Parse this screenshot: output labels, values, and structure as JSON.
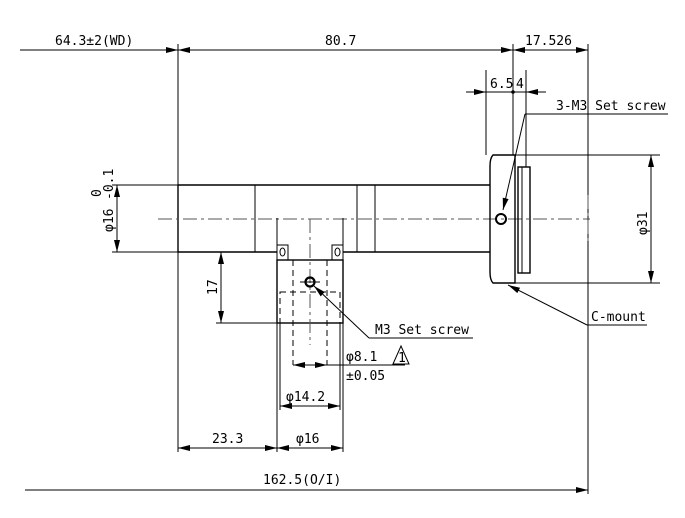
{
  "dimensions": {
    "working_distance": "64.3±2(WD)",
    "body_length": "80.7",
    "flange_back": "17.526",
    "offset_a": "6.5",
    "offset_b": "4",
    "tube_diameter_main": "φ16",
    "tube_diameter_tol_upper": "0",
    "tube_diameter_tol_lower": "-0.1",
    "flange_diameter": "φ31",
    "port_height": "17",
    "port_inner_diameter": "φ8.1",
    "port_inner_tol": "±0.05",
    "port_mid_diameter": "φ14.2",
    "port_position": "23.3",
    "port_outer_diameter": "φ16",
    "total_length": "162.5(O/I)"
  },
  "labels": {
    "set_screw_3": "3-M3 Set screw",
    "set_screw_port": "M3 Set screw",
    "mount": "C-mount",
    "revision_mark": "1"
  }
}
